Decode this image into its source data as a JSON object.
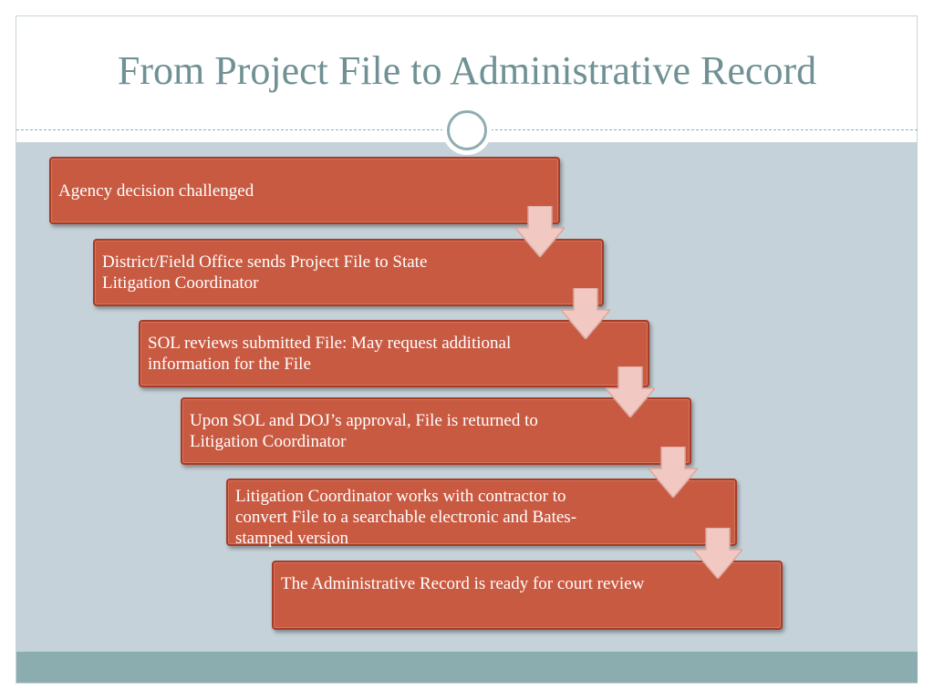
{
  "slide": {
    "title": "From Project File to Administrative Record"
  },
  "process_steps": [
    {
      "text": "Agency decision challenged"
    },
    {
      "text": "District/Field Office sends Project File to State Litigation Coordinator"
    },
    {
      "text": "SOL reviews submitted File: May request additional information for the File"
    },
    {
      "text": "Upon SOL and DOJ’s approval, File is returned to Litigation Coordinator"
    },
    {
      "text": "Litigation Coordinator works with contractor to convert File to a searchable electronic and Bates-stamped  version"
    },
    {
      "text": "The Administrative Record is ready for court review"
    }
  ],
  "colors": {
    "step_fill": "#c95a42",
    "arrow_fill": "#f2c9c2",
    "title": "#6f9194",
    "content_background": "#c6d2d9",
    "footer_band": "#8cadb0"
  }
}
